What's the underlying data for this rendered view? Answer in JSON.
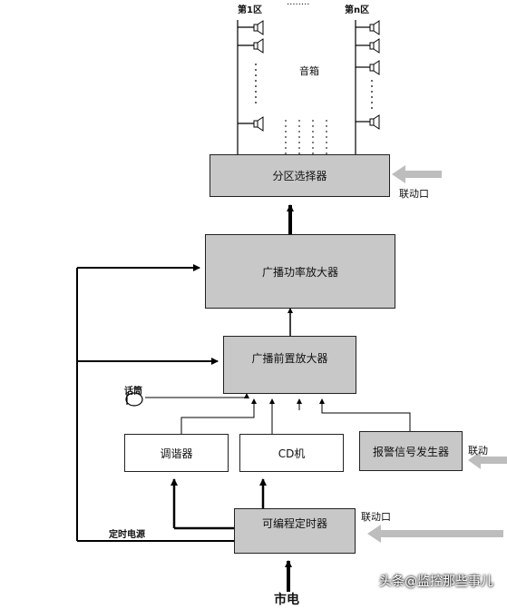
{
  "zones": {
    "zone1": "第1区",
    "dots": "········",
    "zoneN": "第n区"
  },
  "speaker_label": "音箱",
  "blocks": {
    "zone_selector": "分区选择器",
    "power_amp": "广播功率放大器",
    "pre_amp": "广播前置放大器",
    "tuner": "调谐器",
    "cd": "CD机",
    "alarm_gen": "报警信号发生器",
    "timer": "可编程定时器"
  },
  "labels": {
    "linkage_1": "联动口",
    "linkage_2": "联动",
    "linkage_3": "联动口",
    "mic": "话筒",
    "timer_circuit": "定时电源",
    "mains": "市电"
  },
  "watermark": {
    "brand": "头条",
    "account": "@监控那些事儿"
  }
}
